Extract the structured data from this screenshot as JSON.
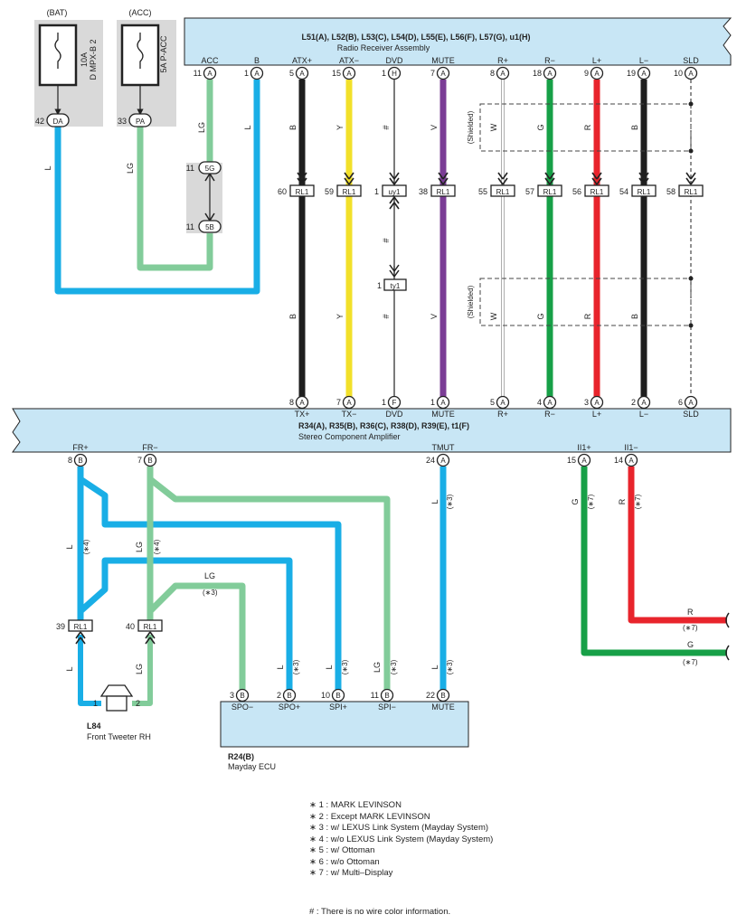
{
  "colors": {
    "L": "#19aee6",
    "LG": "#82cc9a",
    "B": "#1e1e1e",
    "Y": "#f2e02a",
    "V": "#7b3d96",
    "G": "#17a047",
    "R": "#e8242c",
    "W": "#ffffff",
    "component_fill": "#c8e6f5",
    "fuse_box": "#d9d9d9"
  },
  "fuses": [
    {
      "group": "(BAT)",
      "rating": "10A",
      "name": "D MPX-B 2",
      "pin": "42",
      "connector": "DA"
    },
    {
      "group": "(ACC)",
      "rating": "5A",
      "name": "P-ACC",
      "pin": "33",
      "connector": "PA"
    }
  ],
  "radio": {
    "connectors": "L51(A), L52(B), L53(C), L54(D), L55(E), L56(F), L57(G), u1(H)",
    "name": "Radio Receiver Assembly",
    "pins": [
      {
        "label": "ACC",
        "num": "11",
        "conn": "A"
      },
      {
        "label": "B",
        "num": "1",
        "conn": "A"
      },
      {
        "label": "ATX+",
        "num": "5",
        "conn": "A"
      },
      {
        "label": "ATX−",
        "num": "15",
        "conn": "A"
      },
      {
        "label": "DVD",
        "num": "1",
        "conn": "H"
      },
      {
        "label": "MUTE",
        "num": "7",
        "conn": "A"
      },
      {
        "label": "R+",
        "num": "8",
        "conn": "A"
      },
      {
        "label": "R−",
        "num": "18",
        "conn": "A"
      },
      {
        "label": "L+",
        "num": "9",
        "conn": "A"
      },
      {
        "label": "L−",
        "num": "19",
        "conn": "A"
      },
      {
        "label": "SLD",
        "num": "10",
        "conn": "A"
      }
    ]
  },
  "junction": {
    "top_num": "11",
    "top_conn": "5G",
    "bottom_num": "11",
    "bottom_conn": "5B"
  },
  "relay_row": [
    {
      "num": "60",
      "label": "RL1"
    },
    {
      "num": "59",
      "label": "RL1"
    },
    {
      "num": "1",
      "label": "uy1"
    },
    {
      "num": "38",
      "label": "RL1"
    },
    {
      "num": "55",
      "label": "RL1"
    },
    {
      "num": "57",
      "label": "RL1"
    },
    {
      "num": "56",
      "label": "RL1"
    },
    {
      "num": "54",
      "label": "RL1"
    },
    {
      "num": "58",
      "label": "RL1"
    }
  ],
  "ty1": {
    "num": "1",
    "label": "ty1"
  },
  "wire_labels_upper": [
    "LG",
    "L",
    "B",
    "Y",
    "#",
    "V",
    "W",
    "G",
    "R",
    "B"
  ],
  "wire_labels_mid": [
    "#"
  ],
  "wire_labels_lower": [
    "B",
    "Y",
    "#",
    "V",
    "W",
    "G",
    "R",
    "B"
  ],
  "wire_labels_fuse": [
    "L",
    "LG"
  ],
  "shielded": "(Shielded)",
  "amp": {
    "connectors": "R34(A), R35(B), R36(C), R38(D), R39(E), t1(F)",
    "name": "Stereo Component Amplifier",
    "top_pins": [
      {
        "label": "TX+",
        "num": "8",
        "conn": "A"
      },
      {
        "label": "TX−",
        "num": "7",
        "conn": "A"
      },
      {
        "label": "DVD",
        "num": "1",
        "conn": "F"
      },
      {
        "label": "MUTE",
        "num": "1",
        "conn": "A"
      },
      {
        "label": "R+",
        "num": "5",
        "conn": "A"
      },
      {
        "label": "R−",
        "num": "4",
        "conn": "A"
      },
      {
        "label": "L+",
        "num": "3",
        "conn": "A"
      },
      {
        "label": "L−",
        "num": "2",
        "conn": "A"
      },
      {
        "label": "SLD",
        "num": "6",
        "conn": "A"
      }
    ],
    "bottom_pins": [
      {
        "label": "FR+",
        "num": "8",
        "conn": "B"
      },
      {
        "label": "FR−",
        "num": "7",
        "conn": "B"
      },
      {
        "label": "TMUT",
        "num": "24",
        "conn": "A"
      },
      {
        "label": "II1+",
        "num": "15",
        "conn": "A"
      },
      {
        "label": "II1−",
        "num": "14",
        "conn": "A"
      }
    ]
  },
  "lower_wire_labels": {
    "fr_plus": "L",
    "fr_plus_note": "(∗4)",
    "fr_minus": "LG",
    "fr_minus_note": "(∗4)",
    "spo_minus": "LG",
    "spo_minus_note": "(∗3)",
    "tmut": "L",
    "tmut_note": "(∗3)",
    "ii_plus": "G",
    "ii_plus_note": "(∗7)",
    "ii_minus": "R",
    "ii_minus_note": "(∗7)",
    "ecu_spo_plus": "L",
    "ecu_spo_plus_note": "(∗3)",
    "ecu_spi_plus": "L",
    "ecu_spi_plus_note": "(∗3)",
    "ecu_spi_minus": "LG",
    "ecu_spi_minus_note": "(∗3)",
    "ecu_mute": "L",
    "ecu_mute_note": "(∗3)",
    "tweeter_left": "L",
    "tweeter_right": "LG",
    "out_r": "R",
    "out_r_note": "(∗7)",
    "out_g": "G",
    "out_g_note": "(∗7)"
  },
  "relays_lower": [
    {
      "num": "39",
      "label": "RL1"
    },
    {
      "num": "40",
      "label": "RL1"
    }
  ],
  "tweeter": {
    "code": "L84",
    "name": "Front Tweeter RH",
    "pin1": "1",
    "pin2": "2"
  },
  "ecu": {
    "code": "R24(B)",
    "name": "Mayday ECU",
    "pins": [
      {
        "label": "SPO−",
        "num": "3",
        "conn": "B"
      },
      {
        "label": "SPO+",
        "num": "2",
        "conn": "B"
      },
      {
        "label": "SPI+",
        "num": "10",
        "conn": "B"
      },
      {
        "label": "SPI−",
        "num": "11",
        "conn": "B"
      },
      {
        "label": "MUTE",
        "num": "22",
        "conn": "B"
      }
    ]
  },
  "notes": [
    "∗ 1 : MARK LEVINSON",
    "∗ 2 : Except MARK LEVINSON",
    "∗ 3 : w/ LEXUS Link System (Mayday System)",
    "∗ 4 : w/o LEXUS Link System (Mayday System)",
    "∗ 5 : w/ Ottoman",
    "∗ 6 : w/o Ottoman",
    "∗ 7 : w/ Multi–Display"
  ],
  "no_wire_note": "# : There is no wire color information."
}
